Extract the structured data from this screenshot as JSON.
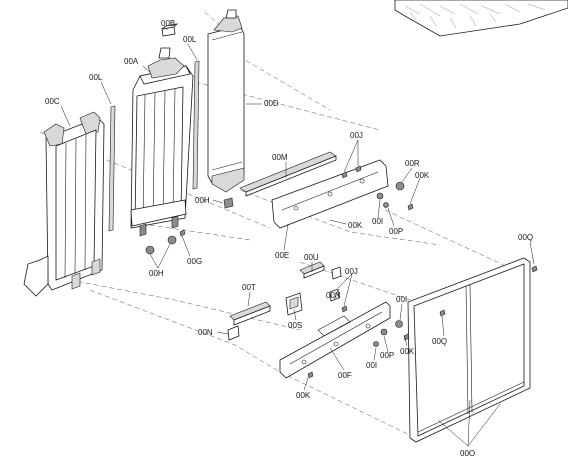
{
  "diagram": {
    "callouts": [
      {
        "id": "00B"
      },
      {
        "id": "00L"
      },
      {
        "id": "00A"
      },
      {
        "id": "00D"
      },
      {
        "id": "00L"
      },
      {
        "id": "00C"
      },
      {
        "id": "00J"
      },
      {
        "id": "00M"
      },
      {
        "id": "00R"
      },
      {
        "id": "00K"
      },
      {
        "id": "00H"
      },
      {
        "id": "00K"
      },
      {
        "id": "00I"
      },
      {
        "id": "00P"
      },
      {
        "id": "00E"
      },
      {
        "id": "00U"
      },
      {
        "id": "00H"
      },
      {
        "id": "00G"
      },
      {
        "id": "00J"
      },
      {
        "id": "00Q"
      },
      {
        "id": "00T"
      },
      {
        "id": "00N"
      },
      {
        "id": "00I"
      },
      {
        "id": "00S"
      },
      {
        "id": "00K"
      },
      {
        "id": "00Q"
      },
      {
        "id": "00N"
      },
      {
        "id": "00P"
      },
      {
        "id": "00I"
      },
      {
        "id": "00F"
      },
      {
        "id": "00K"
      },
      {
        "id": "00O"
      }
    ]
  }
}
